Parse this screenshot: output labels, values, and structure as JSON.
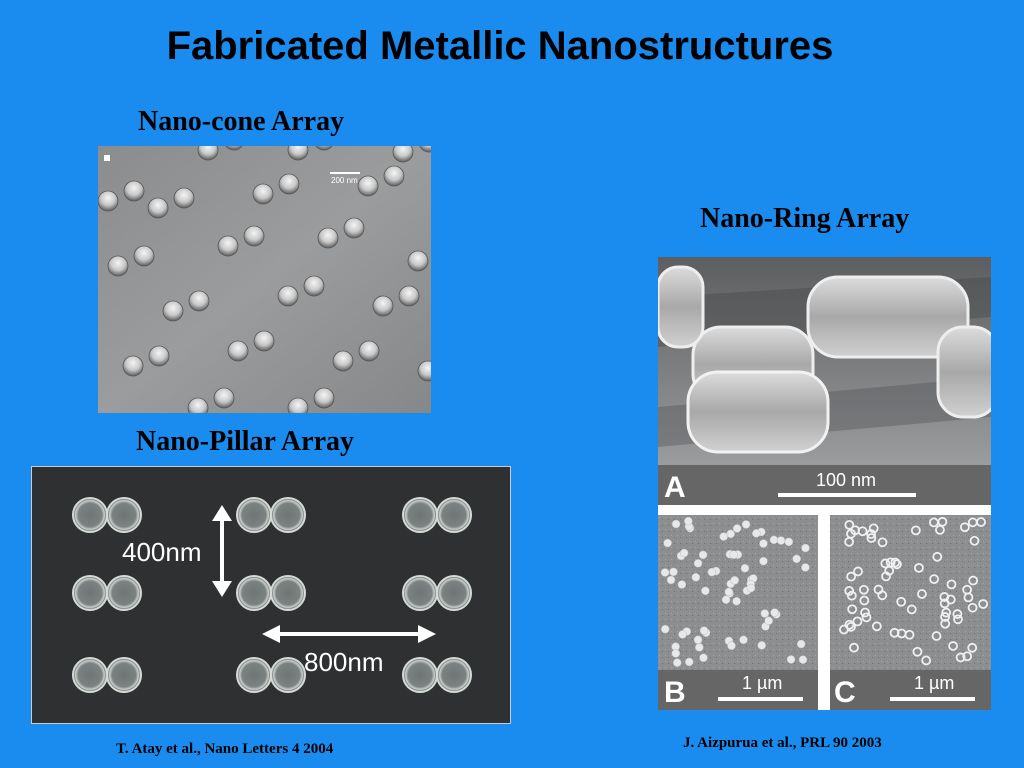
{
  "slide": {
    "title": "Fabricated Metallic Nanostructures"
  },
  "nanocone": {
    "caption": "Nano-cone Array",
    "scale_label": "200 nm"
  },
  "nanopillar": {
    "caption": "Nano-Pillar Array",
    "vertical_label": "400nm",
    "horizontal_label": "800nm",
    "reference": "T. Atay et al.,  Nano Letters 4 2004"
  },
  "nanoring": {
    "caption": "Nano-Ring Array",
    "panel_a_letter": "A",
    "panel_a_scale": "100 nm",
    "panel_b_letter": "B",
    "panel_b_scale": "1 µm",
    "panel_c_letter": "C",
    "panel_c_scale": "1 µm",
    "reference": "J. Aizpurua et al., PRL 90 2003"
  }
}
